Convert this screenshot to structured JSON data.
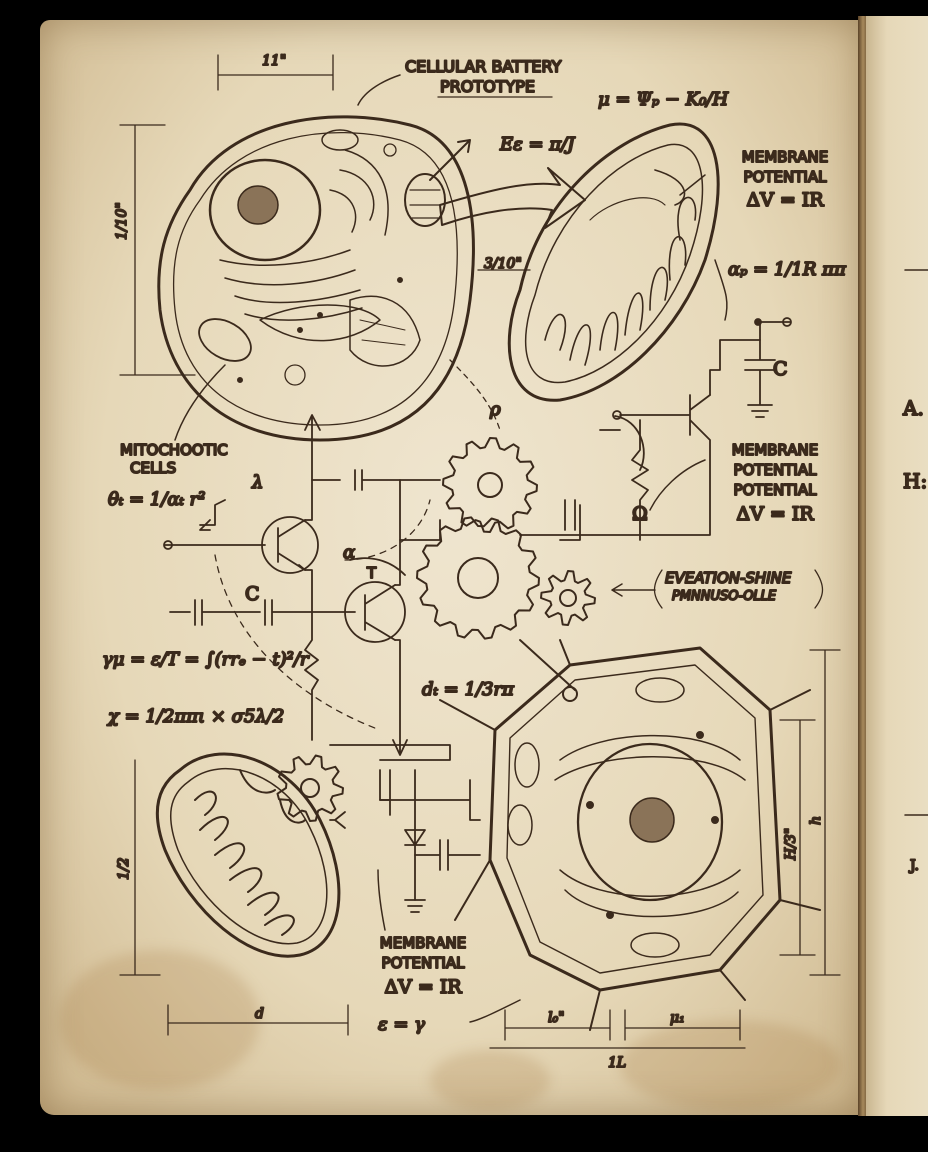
{
  "title": "CELLULAR BATTERY",
  "subtitle": "PROTOTYPE",
  "equations": {
    "top_mu": "μ = Ψₚ − K₀/H",
    "e_eq": "Eε = π/J",
    "alpha_p": "αₚ = 1/1R ππ",
    "theta": "θₜ = 1/αₜ r²",
    "gamma": "γμ = ε/T = ∫(rrₑ − t)²/r",
    "chi": "χ = 1/2ππι × σ5λ/2",
    "d_eq": "dₜ = 1/3rπ",
    "e_gamma": "ε = γ"
  },
  "labels": {
    "membrane_1_a": "MEMBRANE",
    "membrane_1_b": "POTENTIAL",
    "membrane_1_c": "ΔV = IR",
    "membrane_2_a": "MEMBRANE",
    "membrane_2_b": "POTENTIAL",
    "membrane_2_c": "POTENTIAL",
    "membrane_2_d": "ΔV = IR",
    "membrane_3_a": "MEMBRANE",
    "membrane_3_b": "POTENTIAL",
    "membrane_3_c": "ΔV = IR",
    "mito_a": "MITOCHOOTIC",
    "mito_b": "CELLS",
    "evea_a": "EVEATION-SHINE",
    "evea_b": "PMNNUSO-OLLE",
    "cap_c1": "C",
    "cap_c2": "C",
    "omega": "Ω",
    "lambda": "λ",
    "alpha": "α",
    "t_label": "T",
    "rho": "ρ"
  },
  "dimensions": {
    "top_width": "11\"",
    "left_height": "1/10\"",
    "three_tenths": "3/10\"",
    "lower_left_h": "1/2",
    "lower_left_w": "d",
    "right_h_inner": "H/3\"",
    "right_h_outer": "h",
    "bottom_a": "l₀\"",
    "bottom_b": "μ₁",
    "bottom_total": "1L"
  },
  "side_page": [
    "A.",
    "H:",
    "J."
  ],
  "colors": {
    "ink": "#3b2a1c",
    "paper": "#e9dcbf"
  }
}
